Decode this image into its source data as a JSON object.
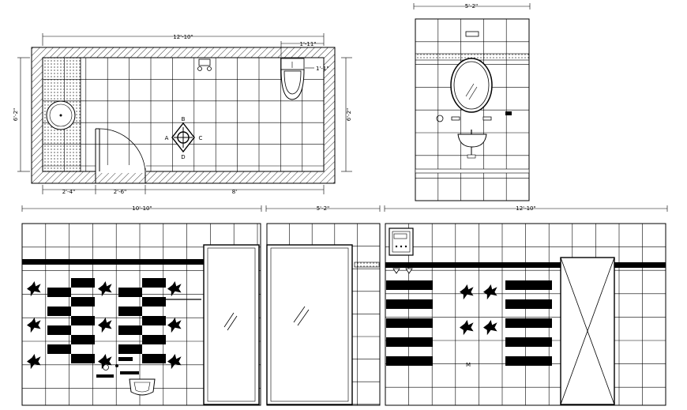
{
  "plan": {
    "dim_overall": "12'-10\"",
    "dim_wc": "1'-11\"",
    "dim_height_left": "6'-2\"",
    "dim_height_right": "6'-2\"",
    "dim_bottom_left": "2'-4\"",
    "dim_bottom_door": "2'-6\"",
    "dim_bottom_right": "8'",
    "dim_tap": "1'-1\"",
    "markers": [
      "A",
      "B",
      "C",
      "D"
    ]
  },
  "elevation_small": {
    "dim_top": "5'-2\""
  },
  "elevation_a": {
    "dim_top": "10'-10\""
  },
  "elevation_b": {
    "dim_top": "5'-2\""
  },
  "elevation_c": {
    "dim_top": "12'-10\"",
    "label_m": "M"
  }
}
